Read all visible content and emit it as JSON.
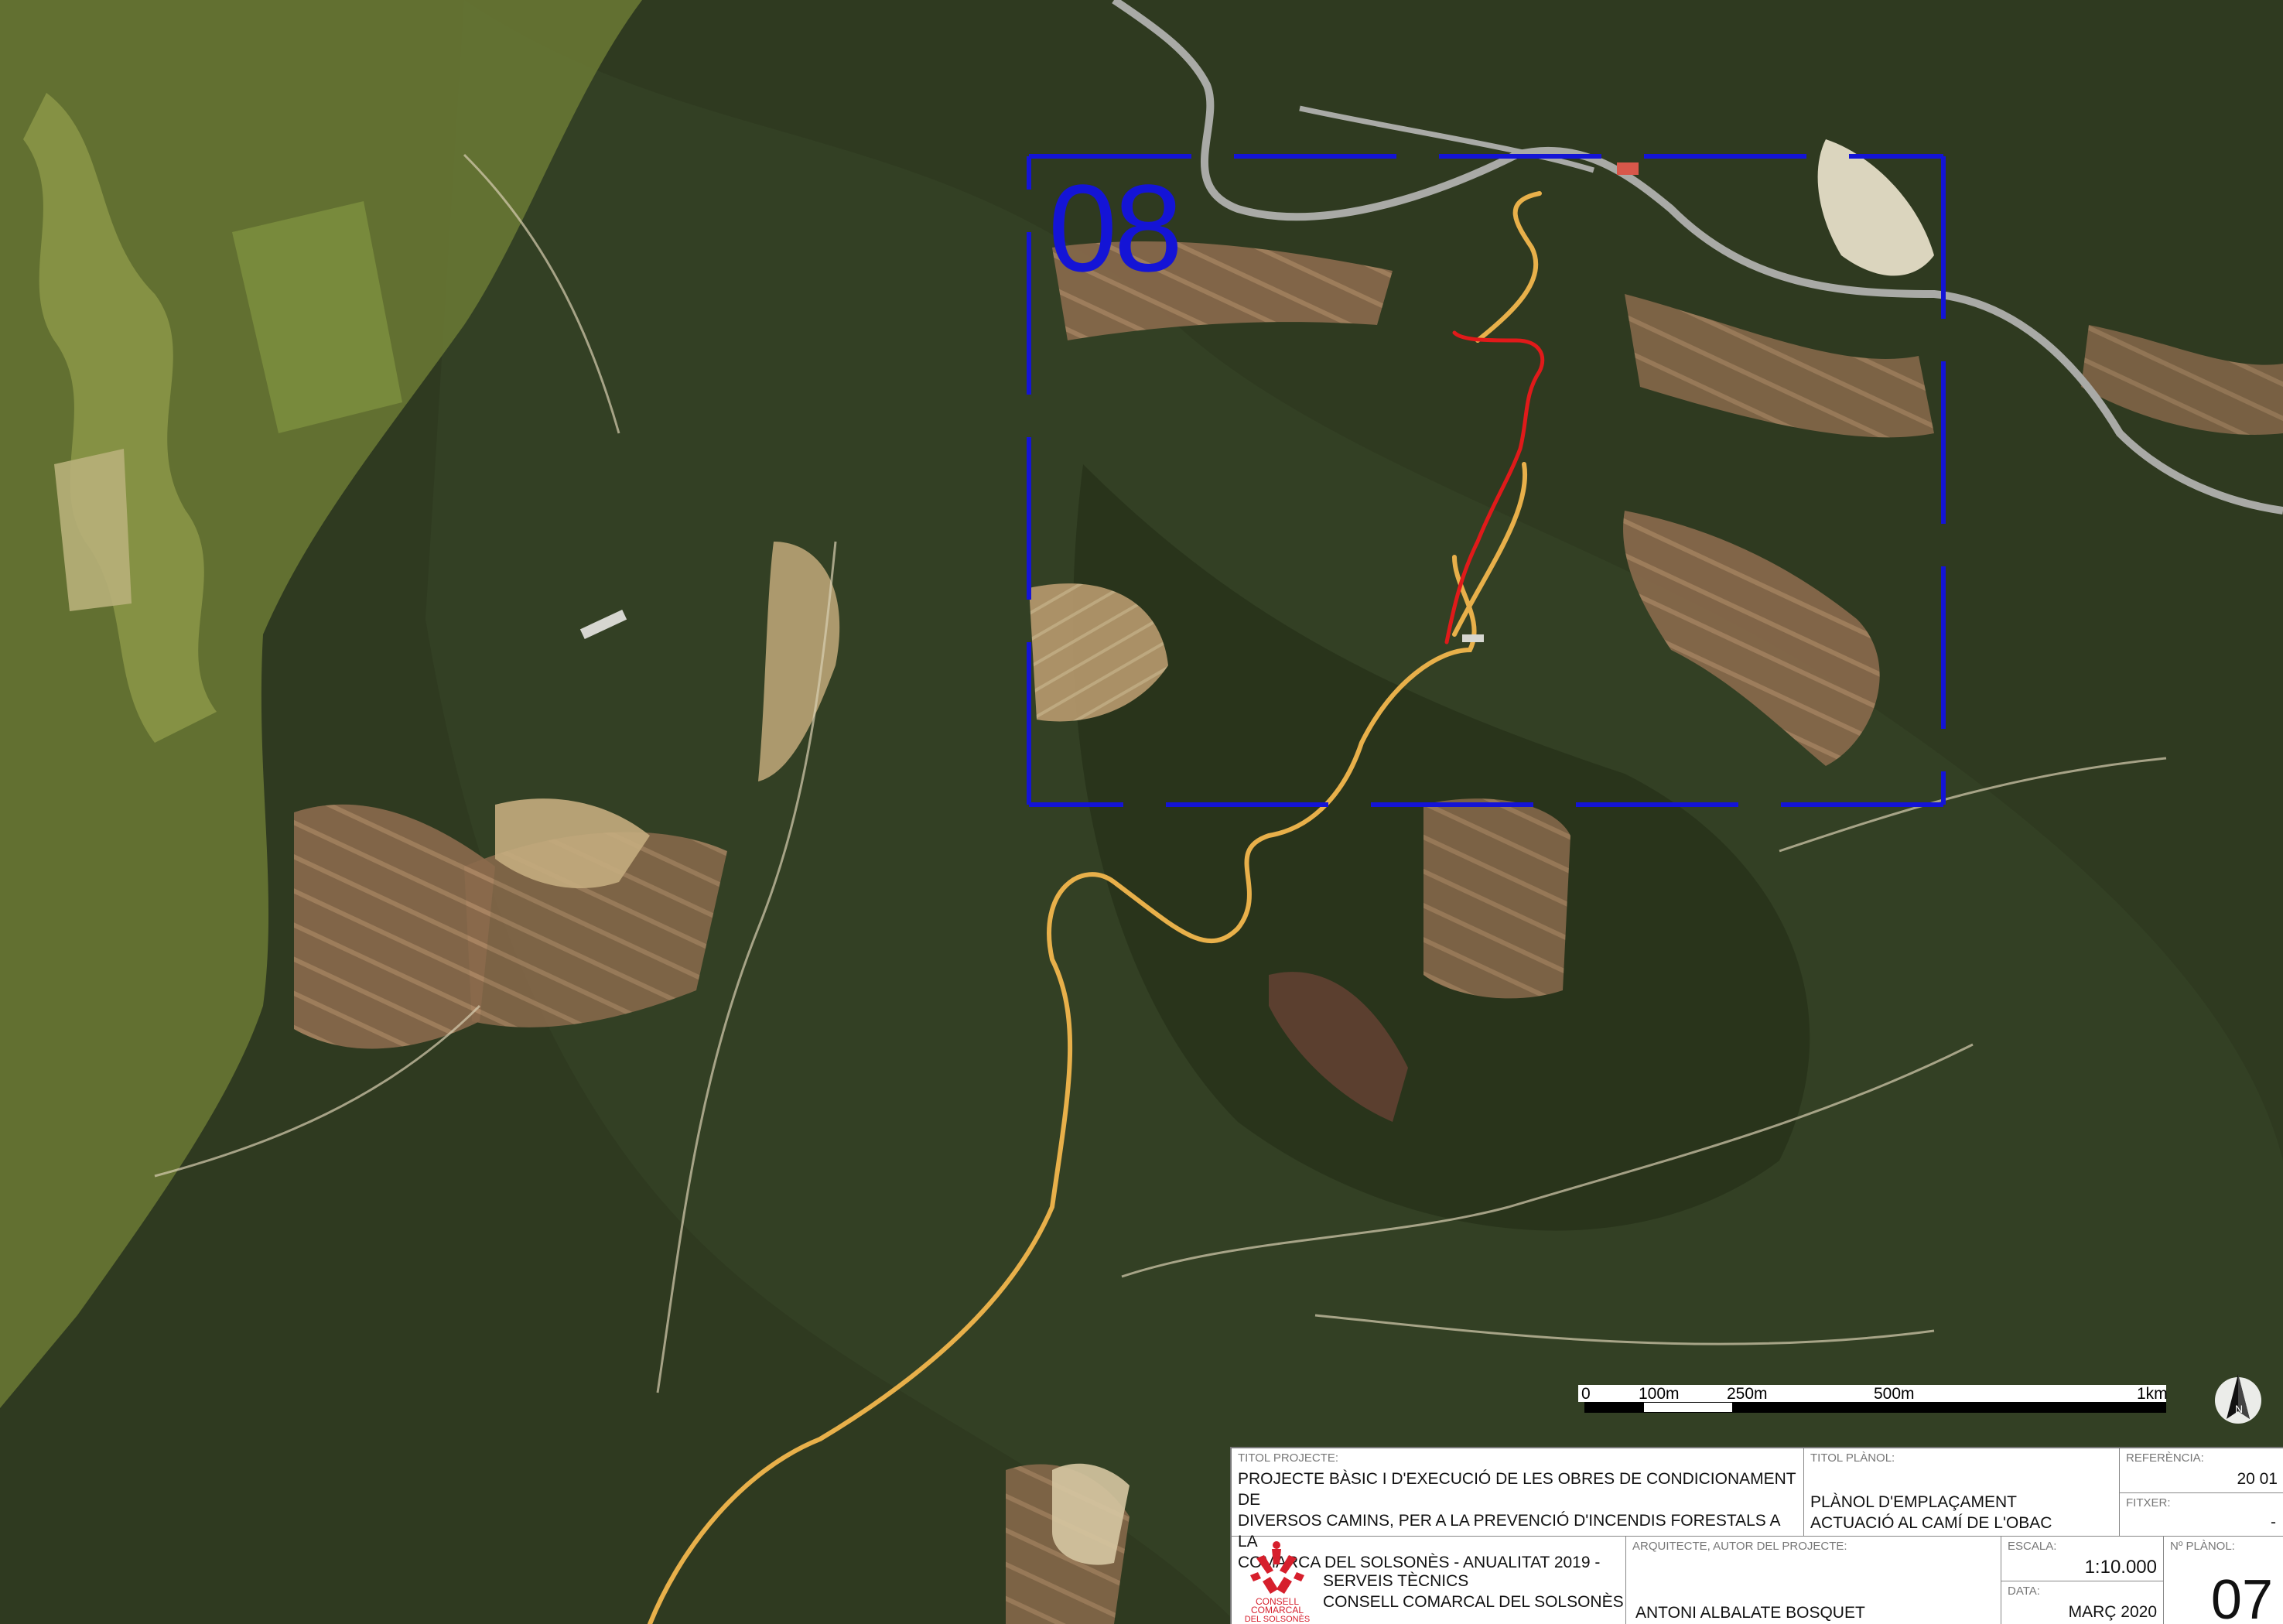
{
  "map": {
    "frame_label": "08",
    "colors": {
      "frame": "#1414d6",
      "road_existing": "#e8b04a",
      "road_action": "#e01a1a",
      "highway": "#a9aaa6"
    }
  },
  "scale_bar": {
    "labels": [
      "0",
      "100m",
      "250m",
      "500m",
      "1km"
    ]
  },
  "north_arrow": {
    "label": "N",
    "icon": "north-arrow-icon"
  },
  "title_block": {
    "project_caption": "TITOL PROJECTE:",
    "project_lines": [
      "PROJECTE BÀSIC I D'EXECUCIÓ DE LES OBRES DE CONDICIONAMENT DE",
      "DIVERSOS CAMINS, PER A LA PREVENCIÓ D'INCENDIS FORESTALS A LA",
      "COMARCA DEL SOLSONÈS - ANUALITAT 2019 -"
    ],
    "plan_caption": "TITOL PLÀNOL:",
    "plan_lines": [
      "PLÀNOL D'EMPLAÇAMENT",
      "ACTUACIÓ AL CAMÍ DE L'OBAC"
    ],
    "reference_caption": "REFERÈNCIA:",
    "reference_value": "20 01",
    "file_caption": "FITXER:",
    "file_value": "-",
    "org_lines": [
      "SERVEIS TÈCNICS",
      "CONSELL COMARCAL DEL SOLSONÈS"
    ],
    "logo_text": [
      "CONSELL",
      "COMARCAL",
      "DEL SOLSONÈS"
    ],
    "architect_caption": "ARQUITECTE, AUTOR DEL PROJECTE:",
    "architect_value": "ANTONI ALBALATE BOSQUET",
    "scale_caption": "ESCALA:",
    "scale_value": "1:10.000",
    "date_caption": "DATA:",
    "date_value": "MARÇ 2020",
    "plan_no_caption": "Nº PLÀNOL:",
    "plan_no_value": "07"
  }
}
